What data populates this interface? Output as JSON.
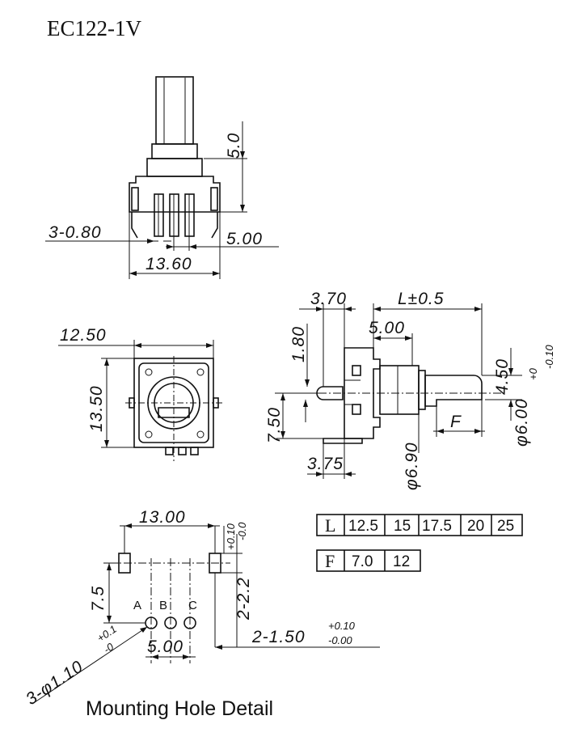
{
  "title": "EC122-1V",
  "caption": "Mounting Hole Detail",
  "top_view": {
    "height": "5.0",
    "pin_width": "3-0.80",
    "pin_pitch": "5.00",
    "body_width": "13.60"
  },
  "front_view": {
    "width": "12.50",
    "height": "13.50"
  },
  "side_view": {
    "d1": "3.70",
    "length": "L±0.5",
    "d2": "5.00",
    "d3": "1.80",
    "d4": "7.50",
    "d5": "3.75",
    "d6": "φ6.90",
    "f": "F",
    "flat": "4.50",
    "shaft_dia": "φ6.00",
    "shaft_tol_plus": "+0",
    "shaft_tol_minus": "-0.10"
  },
  "hole_detail": {
    "width": "13.00",
    "w_tol_plus": "+0.10",
    "w_tol_minus": "-0.0",
    "height": "7.5",
    "slot": "2-2.2",
    "mount_hole": "2-1.50",
    "mh_tol_plus": "+0.10",
    "mh_tol_minus": "-0.00",
    "pitch": "5.00",
    "pin_holes": "3-φ1.10",
    "ph_tol_plus": "+0.1",
    "ph_tol_minus": "-0",
    "pin_labels": [
      "A",
      "B",
      "C"
    ]
  },
  "table_L": {
    "key": "L",
    "values": [
      "12.5",
      "15",
      "17.5",
      "20",
      "25"
    ]
  },
  "table_F": {
    "key": "F",
    "values": [
      "7.0",
      "12"
    ]
  }
}
